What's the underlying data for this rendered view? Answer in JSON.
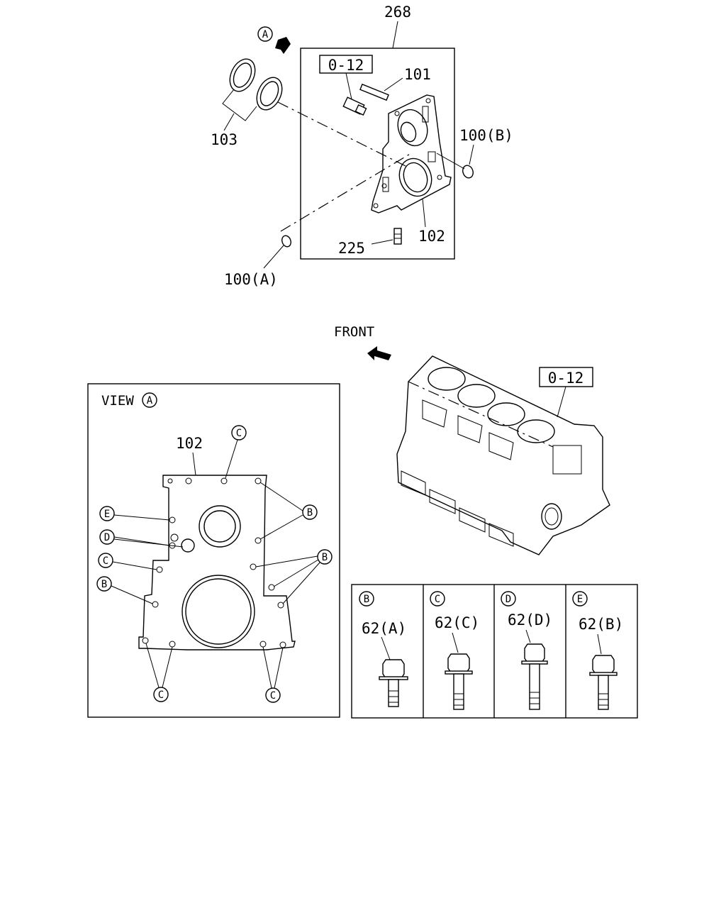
{
  "top_view": {
    "view_marker": "A",
    "group_label": "268",
    "ref_label": "0-12",
    "parts": {
      "p101": "101",
      "p100b": "100(B)",
      "p103": "103",
      "p102": "102",
      "p225": "225",
      "p100a": "100(A)"
    }
  },
  "front_label": "FRONT",
  "block": {
    "ref_label": "0-12"
  },
  "view_a": {
    "title": "VIEW",
    "marker": "A",
    "part_label": "102",
    "markers": {
      "c_top": "C",
      "b_right_top": "B",
      "e_left": "E",
      "d_left": "D",
      "c_left": "C",
      "b_left": "B",
      "b_right_mid": "B",
      "c_bottom_left": "C",
      "c_bottom_right": "C"
    }
  },
  "bolts": [
    {
      "marker": "B",
      "label": "62(A)"
    },
    {
      "marker": "C",
      "label": "62(C)"
    },
    {
      "marker": "D",
      "label": "62(D)"
    },
    {
      "marker": "E",
      "label": "62(B)"
    }
  ]
}
